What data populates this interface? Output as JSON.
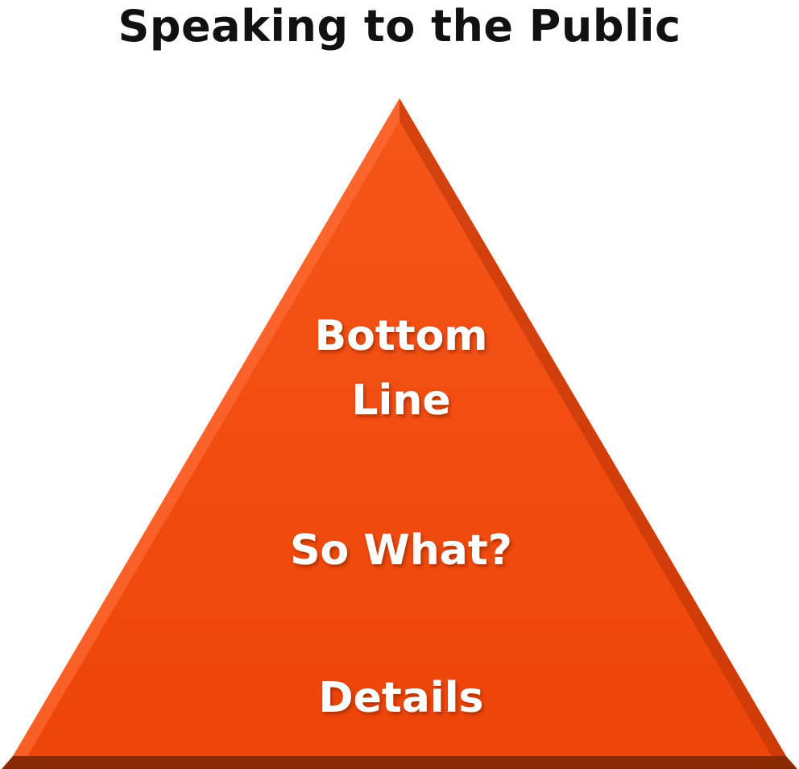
{
  "title": "Speaking to the Public",
  "pyramid": {
    "fill_color": "#f24a0e",
    "edge_color": "#8a2a05",
    "text_color": "#ffffff",
    "levels": [
      {
        "lines": [
          "Bottom",
          "Line"
        ]
      },
      {
        "lines": [
          "So What?"
        ]
      },
      {
        "lines": [
          "Details"
        ]
      }
    ]
  }
}
